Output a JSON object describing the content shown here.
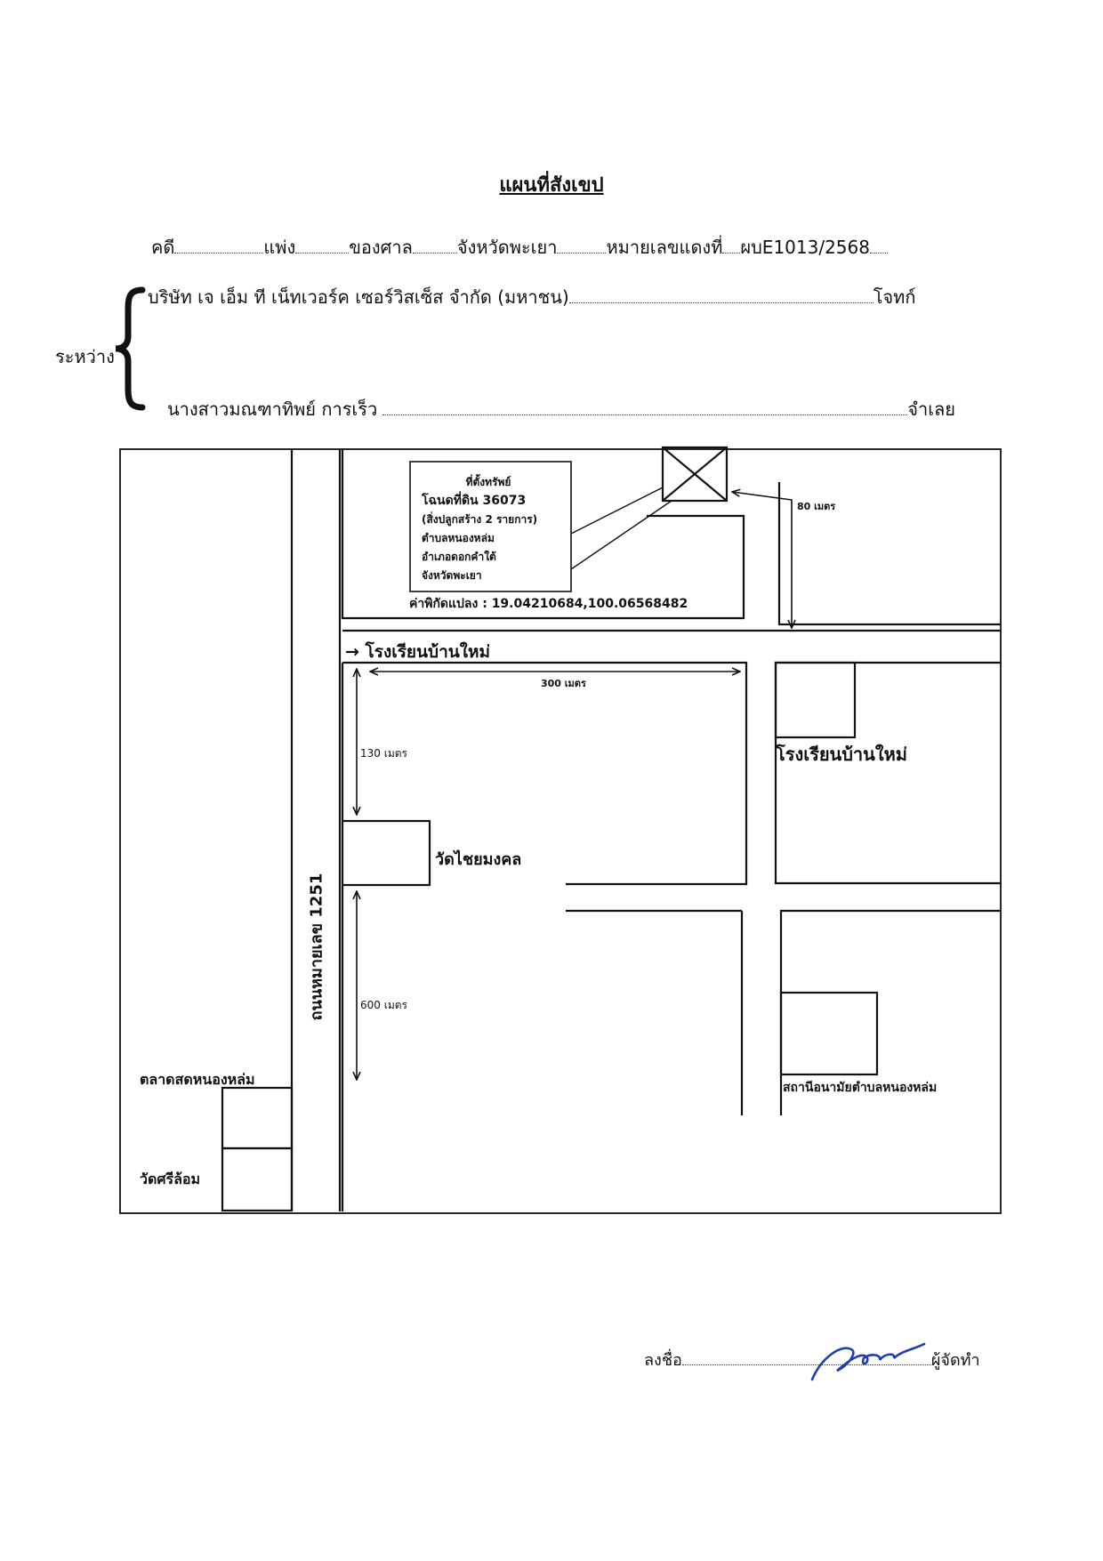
{
  "title": "แผนที่สังเขป",
  "header": {
    "case_label": "คดี",
    "case_type": "แพ่ง",
    "court_label": "ของศาล",
    "court": "จังหวัดพะเยา",
    "red_number_label": "หมายเลขแดงที่",
    "red_number": "ผบE1013/2568"
  },
  "parties": {
    "between_label": "ระหว่าง",
    "plaintiff": "บริษัท เจ เอ็ม ที เน็ทเวอร์ค เซอร์วิสเซ็ส จำกัด (มหาชน)",
    "plaintiff_role": "โจทก์",
    "defendant": "นางสาวมณฑาทิพย์ การเร็ว",
    "defendant_role": "จำเลย"
  },
  "map": {
    "property_box": {
      "heading": "ที่ตั้งทรัพย์",
      "deed": "โฉนดที่ดิน 36073",
      "buildings": "(สิ่งปลูกสร้าง 2 รายการ)",
      "subdistrict": "ตำบลหนองหล่ม",
      "district": "อำเภอดอกคำใต้",
      "province": "จังหวัดพะเยา"
    },
    "coordinates": "ค่าพิกัดแปลง : 19.04210684,100.06568482",
    "dist_80": "80 เมตร",
    "school_arrow": "→ โรงเรียนบ้านใหม่",
    "dist_300": "300 เมตร",
    "dist_130": "130 เมตร",
    "dist_600": "600 เมตร",
    "school": "โรงเรียนบ้านใหม่",
    "wat_chai": "วัดไชยมงคล",
    "road": "ถนนหมายเลข 1251",
    "market": "ตลาดสดหนองหล่ม",
    "wat_sri": "วัดศรีล้อม",
    "health_station": "สถานีอนามัยตำบลหนองหล่ม"
  },
  "signature": {
    "sign_label": "ลงชื่อ",
    "preparer": "ผู้จัดทำ",
    "ink_color": "#1f3fb0"
  }
}
